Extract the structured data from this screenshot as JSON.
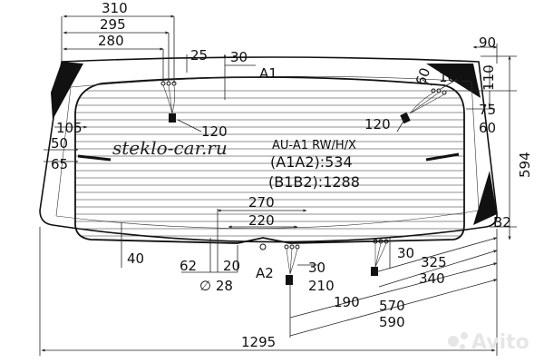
{
  "dimensions": {
    "top_310": "310",
    "top_295": "295",
    "top_280": "280",
    "top_25": "25",
    "top_30": "30",
    "right_90": "90",
    "right_100": "100",
    "right_110": "110",
    "right_75": "75",
    "right_60a": "60",
    "right_60b": "60",
    "right_594": "594",
    "left_105": "105",
    "left_50": "50",
    "left_65": "65",
    "left_40": "40",
    "bot_270": "270",
    "bot_220": "220",
    "bot_62": "62",
    "bot_20": "20",
    "bot_30a": "30",
    "bot_30b": "30",
    "bot_210": "210",
    "bot_190": "190",
    "bot_325": "325",
    "bot_340": "340",
    "bot_570": "570",
    "bot_590": "590",
    "bot_1295": "1295",
    "conn_120_left": "120",
    "conn_120_right": "120",
    "diameter": "∅ 28"
  },
  "points": {
    "a1": "A1",
    "a2": "A2",
    "b2": "B2"
  },
  "info": {
    "model": "AU-A1 RW/H/X",
    "a1a2": "(A1A2):534",
    "b1b2": "(B1B2):1288"
  },
  "watermark": "steklo-car.ru",
  "logo": "Avito"
}
